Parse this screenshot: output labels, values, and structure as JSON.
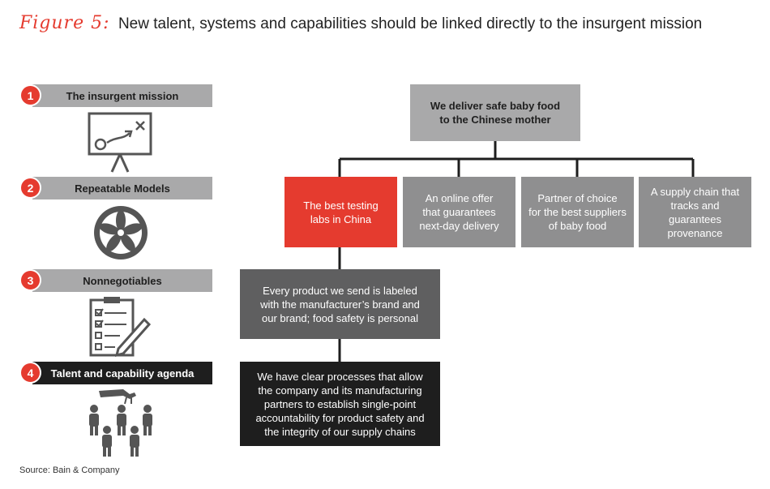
{
  "title": {
    "figure_label": "Figure 5:",
    "text": "New talent, systems and capabilities should be linked directly to the insurgent mission"
  },
  "steps": [
    {
      "number": "1",
      "label": "The insurgent mission"
    },
    {
      "number": "2",
      "label": "Repeatable Models"
    },
    {
      "number": "3",
      "label": "Nonnegotiables"
    },
    {
      "number": "4",
      "label": "Talent and capability agenda"
    }
  ],
  "tree": {
    "root": "We deliver safe baby food\nto the Chinese mother",
    "children": [
      "The best testing\nlabs in China",
      "An online offer\nthat guarantees\nnext-day delivery",
      "Partner of choice\nfor the best suppliers\nof baby food",
      "A supply chain that\ntracks and guarantees\nprovenance"
    ],
    "nonnegotiable": "Every product we send is labeled\nwith the manufacturer’s brand and\nour brand; food safety is personal",
    "talent": "We have clear processes that allow\nthe company and its manufacturing\npartners to establish single-point\naccountability for product safety and\nthe integrity of our supply chains"
  },
  "source": "Source: Bain & Company",
  "colors": {
    "accent": "#e53b2f",
    "gray": "#a9a9aa",
    "dark": "#1e1e1e"
  }
}
